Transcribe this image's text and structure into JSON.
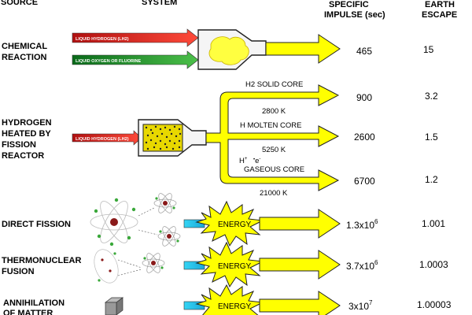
{
  "headers": {
    "source": "SOURCE",
    "system": "SYSTEM",
    "specific_line1": "SPECIFIC",
    "specific_line2": "IMPULSE (sec)",
    "earth_line1": "EARTH",
    "earth_line2": "ESCAPE"
  },
  "rows": {
    "chemical": {
      "label_line1": "CHEMICAL",
      "label_line2": "REACTION",
      "pipe_top": "LIQUID HYDROGEN (LH2)",
      "pipe_bottom": "LIQUID OXYGEN OR FLUORINE",
      "impulse": "465",
      "escape": "15"
    },
    "hydrogen": {
      "label_line1": "HYDROGEN",
      "label_line2": "HEATED BY",
      "label_line3": "FISSION",
      "label_line4": "REACTOR",
      "pipe": "LIQUID HYDROGEN (LH2)",
      "branches": [
        {
          "name": "H2 SOLID CORE",
          "temp": "2800 K",
          "impulse": "900",
          "escape": "3.2"
        },
        {
          "name": "H MOLTEN CORE",
          "temp": "5250 K",
          "impulse": "2600",
          "escape": "1.5"
        },
        {
          "name": "GASEOUS CORE",
          "temp": "21000 K",
          "impulse": "6700",
          "escape": "1.2"
        }
      ],
      "ion_h": "H",
      "ion_h_sup": "+",
      "ion_e": "e",
      "ion_e_sup": "-"
    },
    "fission": {
      "label": "DIRECT FISSION",
      "energy": "ENERGY",
      "impulse_base": "1.3x10",
      "impulse_exp": "6",
      "escape": "1.001"
    },
    "thermo": {
      "label_line1": "THERMONUCLEAR",
      "label_line2": "FUSION",
      "energy": "ENERGY",
      "impulse_base": "3.7x10",
      "impulse_exp": "6",
      "escape": "1.0003"
    },
    "annihilation": {
      "label_line1": "ANNIHILATION",
      "label_line2": "OF MATTER",
      "energy": "ENERGY",
      "impulse_base": "3x10",
      "impulse_exp": "7",
      "escape": "1.00003"
    }
  },
  "colors": {
    "red_pipe": "#d0201e",
    "green_pipe": "#1a8a2a",
    "yellow": "#ffff00",
    "cyan": "#22c4e8",
    "grey": "#d8d8d8"
  }
}
